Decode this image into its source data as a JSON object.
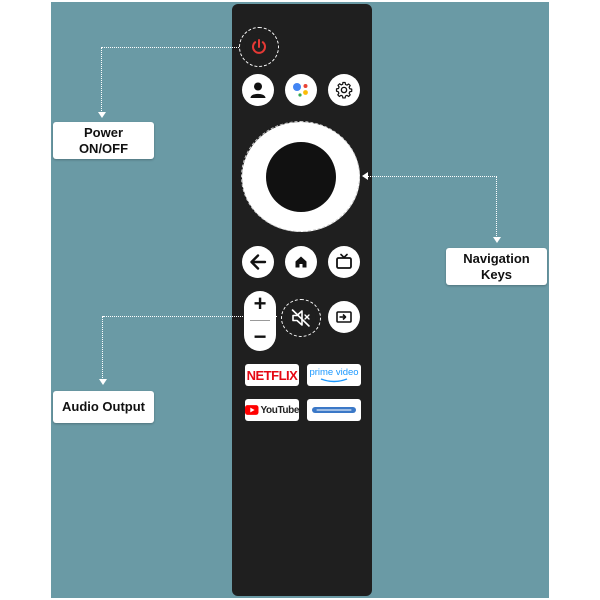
{
  "callouts": {
    "power": {
      "line1": "Power",
      "line2": "ON/OFF"
    },
    "navigation": {
      "line1": "Navigation",
      "line2": "Keys"
    },
    "audio": {
      "line1": "Audio Output"
    }
  },
  "remote": {
    "buttons": [
      "power-icon",
      "profile-icon",
      "google-assistant-icon",
      "gear-icon",
      "back-arrow-icon",
      "home-icon",
      "tv-icon",
      "mute-icon",
      "input-icon"
    ],
    "volume": {
      "plus": "+",
      "minus": "−"
    },
    "apps": {
      "netflix": "NETFLIX",
      "prime_line1": "prime video",
      "youtube": "YouTube"
    }
  },
  "colors": {
    "background": "#6a9aa5",
    "remote_body": "#1f1f1f",
    "power_red": "#e53935",
    "netflix_red": "#e50914",
    "prime_blue": "#1a98ff",
    "youtube_red": "#ff0000"
  }
}
